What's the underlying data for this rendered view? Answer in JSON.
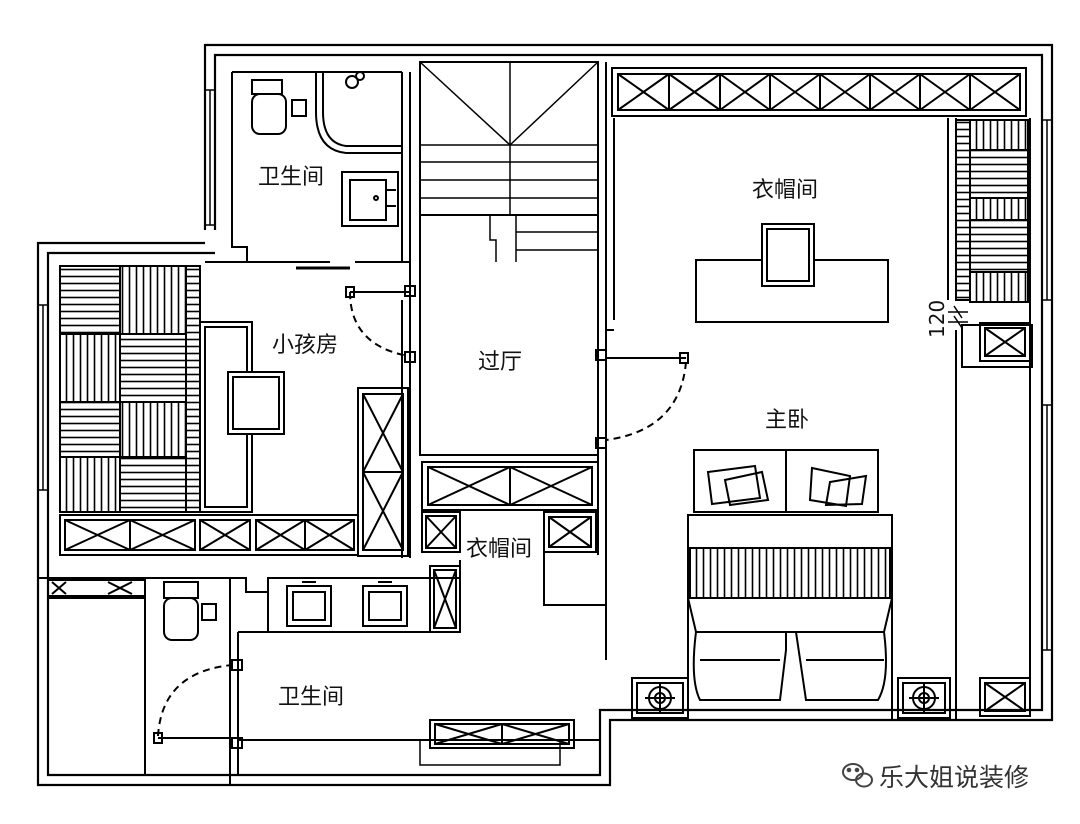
{
  "rooms": {
    "bathroom_top": "卫生间",
    "kids_room": "小孩房",
    "hall": "过厅",
    "cloakroom_top": "衣帽间",
    "master_bedroom": "主卧",
    "cloakroom_mid": "衣帽间",
    "bathroom_bottom": "卫生间"
  },
  "dimension": "120",
  "watermark": "乐大姐说装修"
}
